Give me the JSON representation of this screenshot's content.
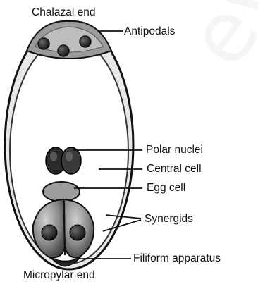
{
  "labels": {
    "chalazal_end": "Chalazal end",
    "antipodals": "Antipodals",
    "polar_nuclei": "Polar nuclei",
    "central_cell": "Central cell",
    "egg_cell": "Egg cell",
    "synergids": "Synergids",
    "filiform_apparatus": "Filiform apparatus",
    "micropylar_end": "Micropylar end"
  },
  "watermark_text": "ev"
}
